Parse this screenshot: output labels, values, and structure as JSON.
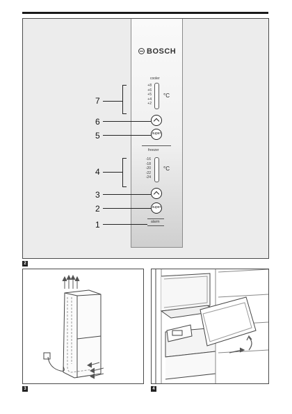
{
  "panel": {
    "brand": "BOSCH",
    "cooler": {
      "label": "cooler",
      "scale": [
        "+8",
        "+6",
        "+5",
        "+4",
        "+2"
      ],
      "unit": "°C",
      "button": "super"
    },
    "freezer": {
      "label": "freezer",
      "scale": [
        "-16",
        "-18",
        "-20",
        "-22",
        "-24"
      ],
      "unit": "°C",
      "button": "super"
    },
    "alarm": "alarm"
  },
  "callouts": [
    "7",
    "6",
    "5",
    "4",
    "3",
    "2",
    "1"
  ],
  "figure_numbers": [
    "2",
    "3",
    "4"
  ],
  "colors": {
    "panel_background": "#ececec",
    "frame": "#4a4a4a",
    "ink": "#222222"
  }
}
